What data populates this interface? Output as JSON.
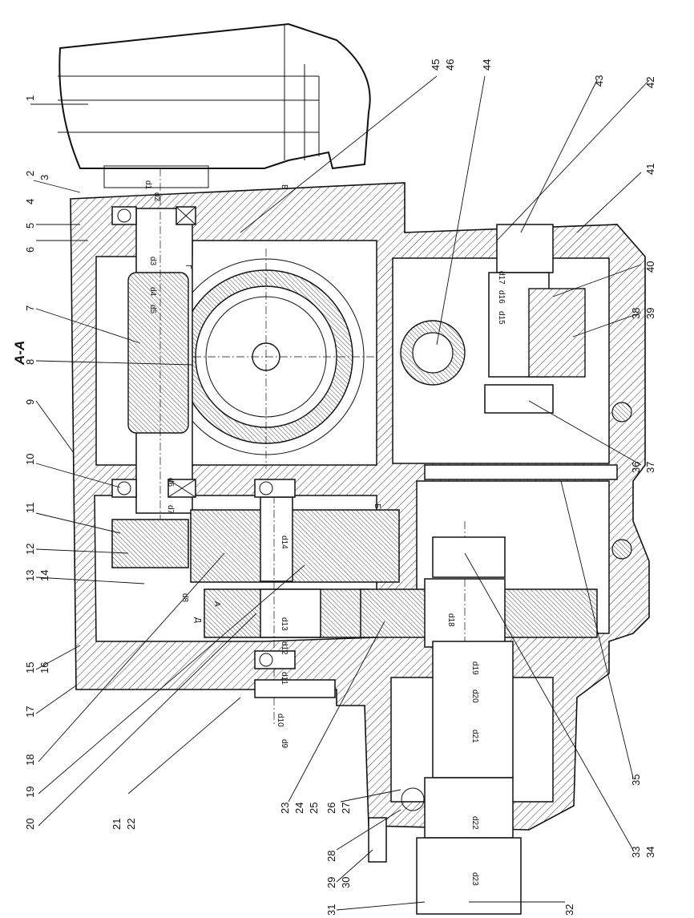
{
  "view_title": "А-А",
  "part_labels": [
    "1",
    "2",
    "3",
    "4",
    "5",
    "6",
    "7",
    "8",
    "9",
    "10",
    "11",
    "12",
    "13",
    "14",
    "15",
    "16",
    "17",
    "18",
    "19",
    "20",
    "21",
    "22",
    "23",
    "24",
    "25",
    "26",
    "27",
    "28",
    "29",
    "30",
    "31",
    "32",
    "33",
    "34",
    "35",
    "36",
    "37",
    "38",
    "39",
    "40",
    "41",
    "42",
    "43",
    "44",
    "45",
    "46"
  ],
  "dimension_labels": {
    "d1": "d1",
    "d2": "d2",
    "d3": "d3",
    "d4": "d4",
    "d5": "d5",
    "d6": "d6",
    "d7": "d7",
    "d8": "d8",
    "d9": "d9",
    "d10": "d10",
    "d11": "d11",
    "d12": "d12",
    "d13": "d13",
    "d14": "d14",
    "d15": "d15",
    "d16": "d16",
    "d17": "d17",
    "d18": "d18",
    "d19": "d19",
    "d20": "d20",
    "d21": "d21",
    "d22": "d22",
    "d23": "d23"
  },
  "section_marks": {
    "A": "А",
    "B": "Б",
    "V": "В",
    "D": "Д",
    "L": "Г"
  }
}
